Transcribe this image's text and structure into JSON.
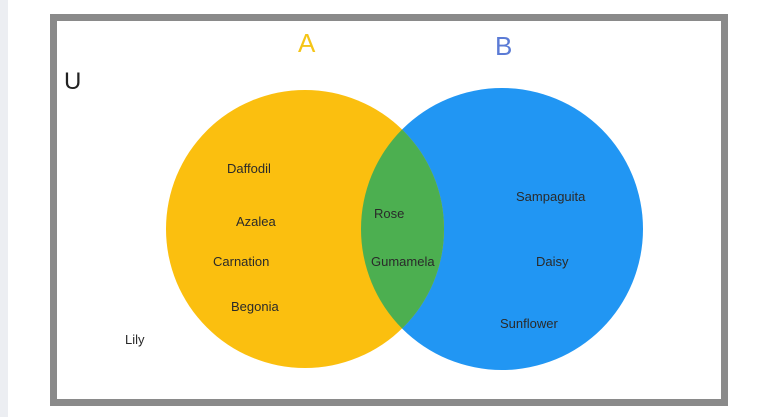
{
  "universe": {
    "label": "U",
    "items": [
      "Lily"
    ]
  },
  "sets": [
    {
      "name": "A",
      "color": "#FBBF0F",
      "label_color": "#F5C518",
      "only": [
        "Daffodil",
        "Azalea",
        "Carnation",
        "Begonia"
      ]
    },
    {
      "name": "B",
      "color": "#2196F3",
      "label_color": "#5B7BD5",
      "only": [
        "Sampaguita",
        "Daisy",
        "Sunflower"
      ]
    }
  ],
  "intersection": {
    "color": "#4CAF50",
    "items": [
      "Rose",
      "Gumamela"
    ]
  },
  "frame_color": "#8a8a8a"
}
